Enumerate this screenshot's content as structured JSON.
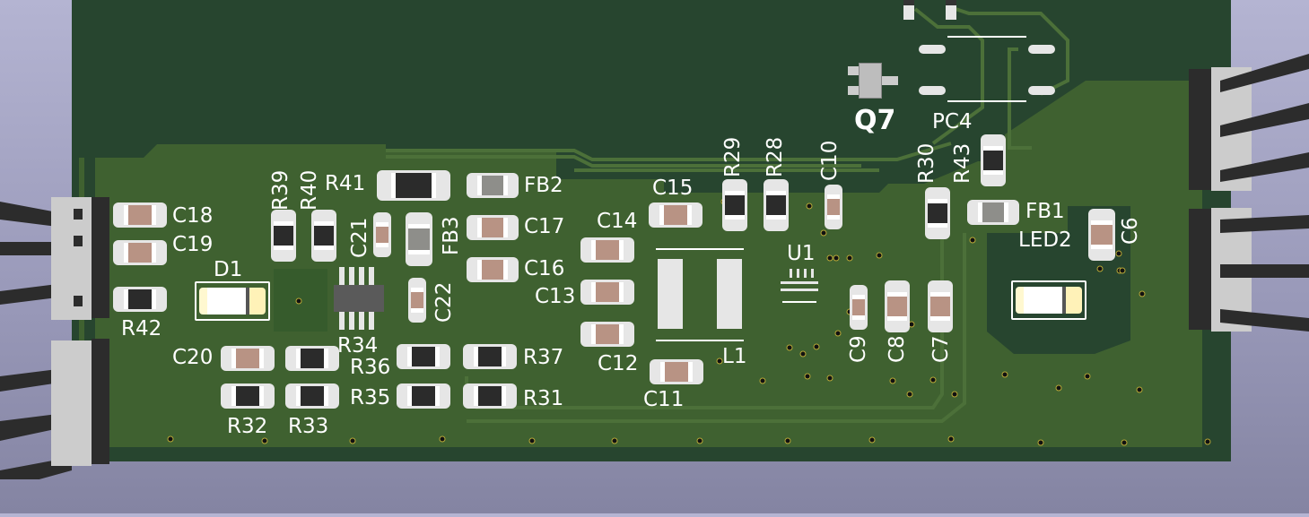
{
  "viewer": {
    "title": "PCB 3D View"
  },
  "colors": {
    "board_dark": "#27452f",
    "board_copper": "#3f6130",
    "pad": "#e6e6e6",
    "resistor_body": "#2b2b2b",
    "capacitor_body": "#b89384",
    "ferrite_body": "#8e8e8a",
    "connector_body": "#cccccc",
    "connector_shadow": "#2c2c2c",
    "silk": "#ffffff",
    "background_top": "#b4b4d2",
    "background_bottom": "#8484a2"
  },
  "labels": {
    "C18": "C18",
    "C19": "C19",
    "D1": "D1",
    "R42": "R42",
    "R39": "R39",
    "R40": "R40",
    "R41": "R41",
    "C21": "C21",
    "FB3": "FB3",
    "FB2": "FB2",
    "C17": "C17",
    "C16": "C16",
    "C22": "C22",
    "R34": "R34",
    "C20": "C20",
    "R36": "R36",
    "R37": "R37",
    "R35": "R35",
    "R31": "R31",
    "R32": "R32",
    "R33": "R33",
    "C14": "C14",
    "C13": "C13",
    "C12": "C12",
    "C15": "C15",
    "C11": "C11",
    "L1": "L1",
    "R29": "R29",
    "R28": "R28",
    "C10": "C10",
    "U1": "U1",
    "C9": "C9",
    "C8": "C8",
    "C7": "C7",
    "Q7": "Q7",
    "PC4": "PC4",
    "R30": "R30",
    "R43": "R43",
    "FB1": "FB1",
    "LED2": "LED2",
    "C6": "C6"
  }
}
